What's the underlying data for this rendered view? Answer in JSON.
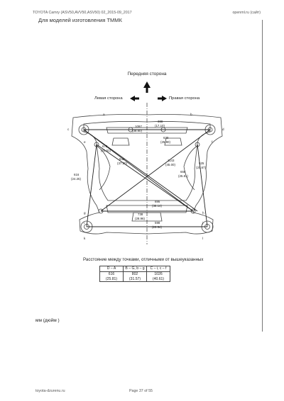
{
  "header": {
    "left": "TOYOTA Camry (ASV50,AVV50,ASV50) 02_2015-09_2017",
    "right": "openml.ru (сайт)",
    "title": "Для моделей изготовления ТММК"
  },
  "figure": {
    "front": "Передняя сторона",
    "left": "Левая сторона",
    "right": "Правая сторона",
    "dims": [
      "388",
      "(17.10)",
      "1097",
      "(38.80)",
      "630",
      "(25.80)",
      "678",
      "(24.61)",
      "945",
      "(37.20)",
      "1143",
      "(45.00)",
      "656",
      "(25.81)",
      "525",
      "(20.67)",
      "616",
      "(24.25)",
      "886",
      "(38.14)",
      "738",
      "(28.96)",
      "598",
      "(23.54)"
    ],
    "points": [
      "a",
      "b",
      "c",
      "d",
      "e",
      "f",
      "g",
      "h",
      "i",
      "j",
      "k",
      "l"
    ]
  },
  "caption": "Расстояние между точками, отличными от вышеуказанных",
  "table": {
    "headers": [
      "D – A",
      "B – G, b – g",
      "C – i, c – f"
    ],
    "values": [
      "616",
      "802",
      "1026"
    ],
    "inches": [
      "(25.81)",
      "(31.57)",
      "(40.61)"
    ]
  },
  "units": "мм (дюйм )",
  "footer": {
    "left": "toyota-dzurenu.ru",
    "center": "Page 37 of 55"
  }
}
